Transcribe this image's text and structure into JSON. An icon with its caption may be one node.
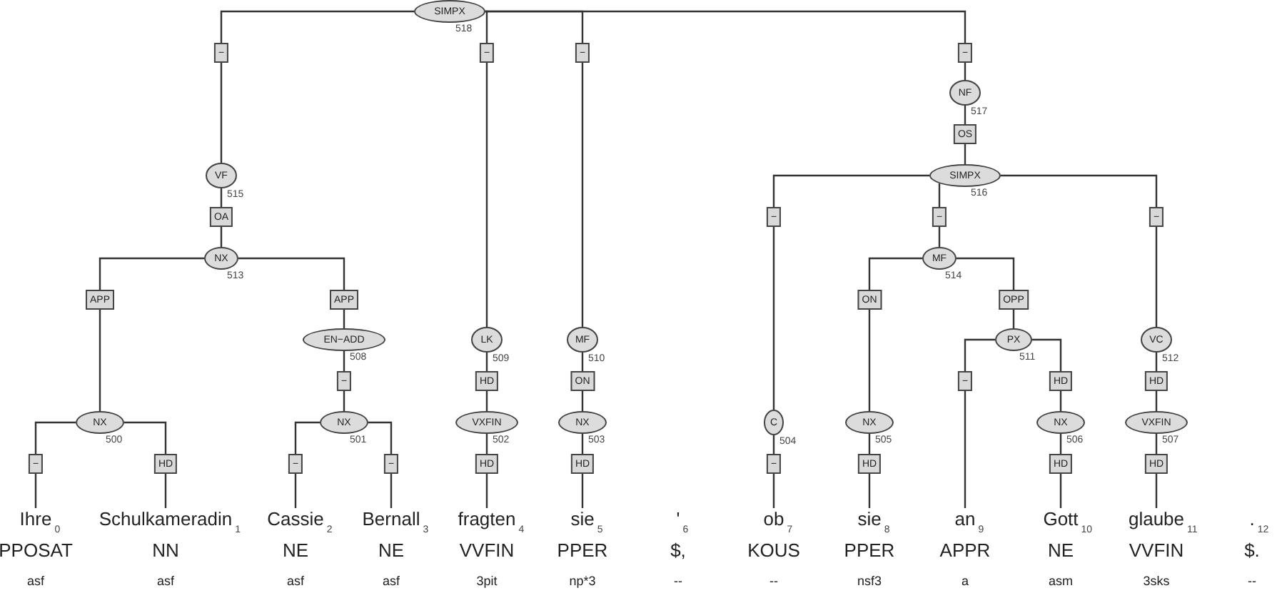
{
  "diagram": {
    "nodes": [
      {
        "text": [
          "SIMPX"
        ],
        "beside": [
          "518"
        ]
      },
      {
        "text": [
          "VF"
        ],
        "beside": [
          "515"
        ]
      },
      {
        "text": [
          "NX"
        ],
        "beside": [
          "513"
        ]
      },
      {
        "text": [
          "NX"
        ],
        "beside": [
          "500"
        ]
      },
      {
        "text": [
          "EN−ADD"
        ],
        "beside": [
          "508"
        ]
      },
      {
        "text": [
          "NX"
        ],
        "beside": [
          "501"
        ]
      },
      {
        "text": [
          "LK"
        ],
        "beside": [
          "509"
        ]
      },
      {
        "text": [
          "VXFIN"
        ],
        "beside": [
          "502"
        ]
      },
      {
        "text": [
          "MF"
        ],
        "beside": [
          "510"
        ]
      },
      {
        "text": [
          "NX"
        ],
        "beside": [
          "503"
        ]
      },
      {
        "text": [
          "NF"
        ],
        "beside": [
          "517"
        ]
      },
      {
        "text": [
          "SIMPX"
        ],
        "beside": [
          "516"
        ]
      },
      {
        "text": [
          "C"
        ],
        "beside": [
          "504"
        ]
      },
      {
        "text": [
          "MF"
        ],
        "beside": [
          "514"
        ]
      },
      {
        "text": [
          "NX"
        ],
        "beside": [
          "505"
        ]
      },
      {
        "text": [
          "PX"
        ],
        "beside": [
          "511"
        ]
      },
      {
        "text": [
          "NX"
        ],
        "beside": [
          "506"
        ]
      },
      {
        "text": [
          "VC"
        ],
        "beside": [
          "512"
        ]
      },
      {
        "text": [
          "VXFIN"
        ],
        "beside": [
          "507"
        ]
      },
      {
        "text": [
          "Ihre",
          "PPOSAT",
          "asf"
        ],
        "beside": [
          "0"
        ]
      },
      {
        "text": [
          "Schulkameradin",
          "NN",
          "asf"
        ],
        "beside": [
          "1"
        ]
      },
      {
        "text": [
          "Cassie",
          "NE",
          "asf"
        ],
        "beside": [
          "2"
        ]
      },
      {
        "text": [
          "Bernall",
          "NE",
          "asf"
        ],
        "beside": [
          "3"
        ]
      },
      {
        "text": [
          "fragten",
          "VVFIN",
          "3pit"
        ],
        "beside": [
          "4"
        ]
      },
      {
        "text": [
          "sie",
          "PPER",
          "np*3"
        ],
        "beside": [
          "5"
        ]
      },
      {
        "text": [
          "'",
          "$,",
          "--"
        ],
        "beside": [
          "6"
        ]
      },
      {
        "text": [
          "ob",
          "KOUS",
          "--"
        ],
        "beside": [
          "7"
        ]
      },
      {
        "text": [
          "sie",
          "PPER",
          "nsf3"
        ],
        "beside": [
          "8"
        ]
      },
      {
        "text": [
          "an",
          "APPR",
          "a"
        ],
        "beside": [
          "9"
        ]
      },
      {
        "text": [
          "Gott",
          "NE",
          "asm"
        ],
        "beside": [
          "10"
        ]
      },
      {
        "text": [
          "glaube",
          "VVFIN",
          "3sks"
        ],
        "beside": [
          "11"
        ]
      },
      {
        "text": [
          ".",
          "$.",
          "--"
        ],
        "beside": [
          "12"
        ]
      }
    ],
    "edges": [
      {
        "from": 0,
        "to": 1,
        "arrow": "none",
        "label": "−"
      },
      {
        "from": 0,
        "to": 6,
        "arrow": "none",
        "label": "−"
      },
      {
        "from": 0,
        "to": 8,
        "arrow": "none",
        "label": "−"
      },
      {
        "from": 0,
        "to": 10,
        "arrow": "none",
        "label": "−"
      },
      {
        "from": 1,
        "to": 2,
        "arrow": "none",
        "label": "OA"
      },
      {
        "from": 2,
        "to": 3,
        "arrow": "none",
        "label": "APP"
      },
      {
        "from": 2,
        "to": 4,
        "arrow": "none",
        "label": "APP"
      },
      {
        "from": 3,
        "to": 19,
        "arrow": "none",
        "label": "−"
      },
      {
        "from": 3,
        "to": 20,
        "arrow": "none",
        "label": "HD"
      },
      {
        "from": 4,
        "to": 5,
        "arrow": "none",
        "label": "−"
      },
      {
        "from": 5,
        "to": 21,
        "arrow": "none",
        "label": "−"
      },
      {
        "from": 5,
        "to": 22,
        "arrow": "none",
        "label": "−"
      },
      {
        "from": 6,
        "to": 7,
        "arrow": "none",
        "label": "HD"
      },
      {
        "from": 7,
        "to": 23,
        "arrow": "none",
        "label": "HD"
      },
      {
        "from": 8,
        "to": 9,
        "arrow": "none",
        "label": "ON"
      },
      {
        "from": 9,
        "to": 24,
        "arrow": "none",
        "label": "HD"
      },
      {
        "from": 10,
        "to": 11,
        "arrow": "none",
        "label": "OS"
      },
      {
        "from": 11,
        "to": 12,
        "arrow": "none",
        "label": "−"
      },
      {
        "from": 11,
        "to": 13,
        "arrow": "none",
        "label": "−"
      },
      {
        "from": 11,
        "to": 17,
        "arrow": "none",
        "label": "−"
      },
      {
        "from": 12,
        "to": 26,
        "arrow": "none",
        "label": "−"
      },
      {
        "from": 13,
        "to": 14,
        "arrow": "none",
        "label": "ON"
      },
      {
        "from": 13,
        "to": 15,
        "arrow": "none",
        "label": "OPP"
      },
      {
        "from": 14,
        "to": 27,
        "arrow": "none",
        "label": "HD"
      },
      {
        "from": 15,
        "to": 28,
        "arrow": "none",
        "label": "−"
      },
      {
        "from": 15,
        "to": 16,
        "arrow": "none",
        "label": "HD"
      },
      {
        "from": 16,
        "to": 29,
        "arrow": "none",
        "label": "HD"
      },
      {
        "from": 17,
        "to": 18,
        "arrow": "none",
        "label": "HD"
      },
      {
        "from": 18,
        "to": 30,
        "arrow": "none",
        "label": "HD"
      }
    ]
  }
}
